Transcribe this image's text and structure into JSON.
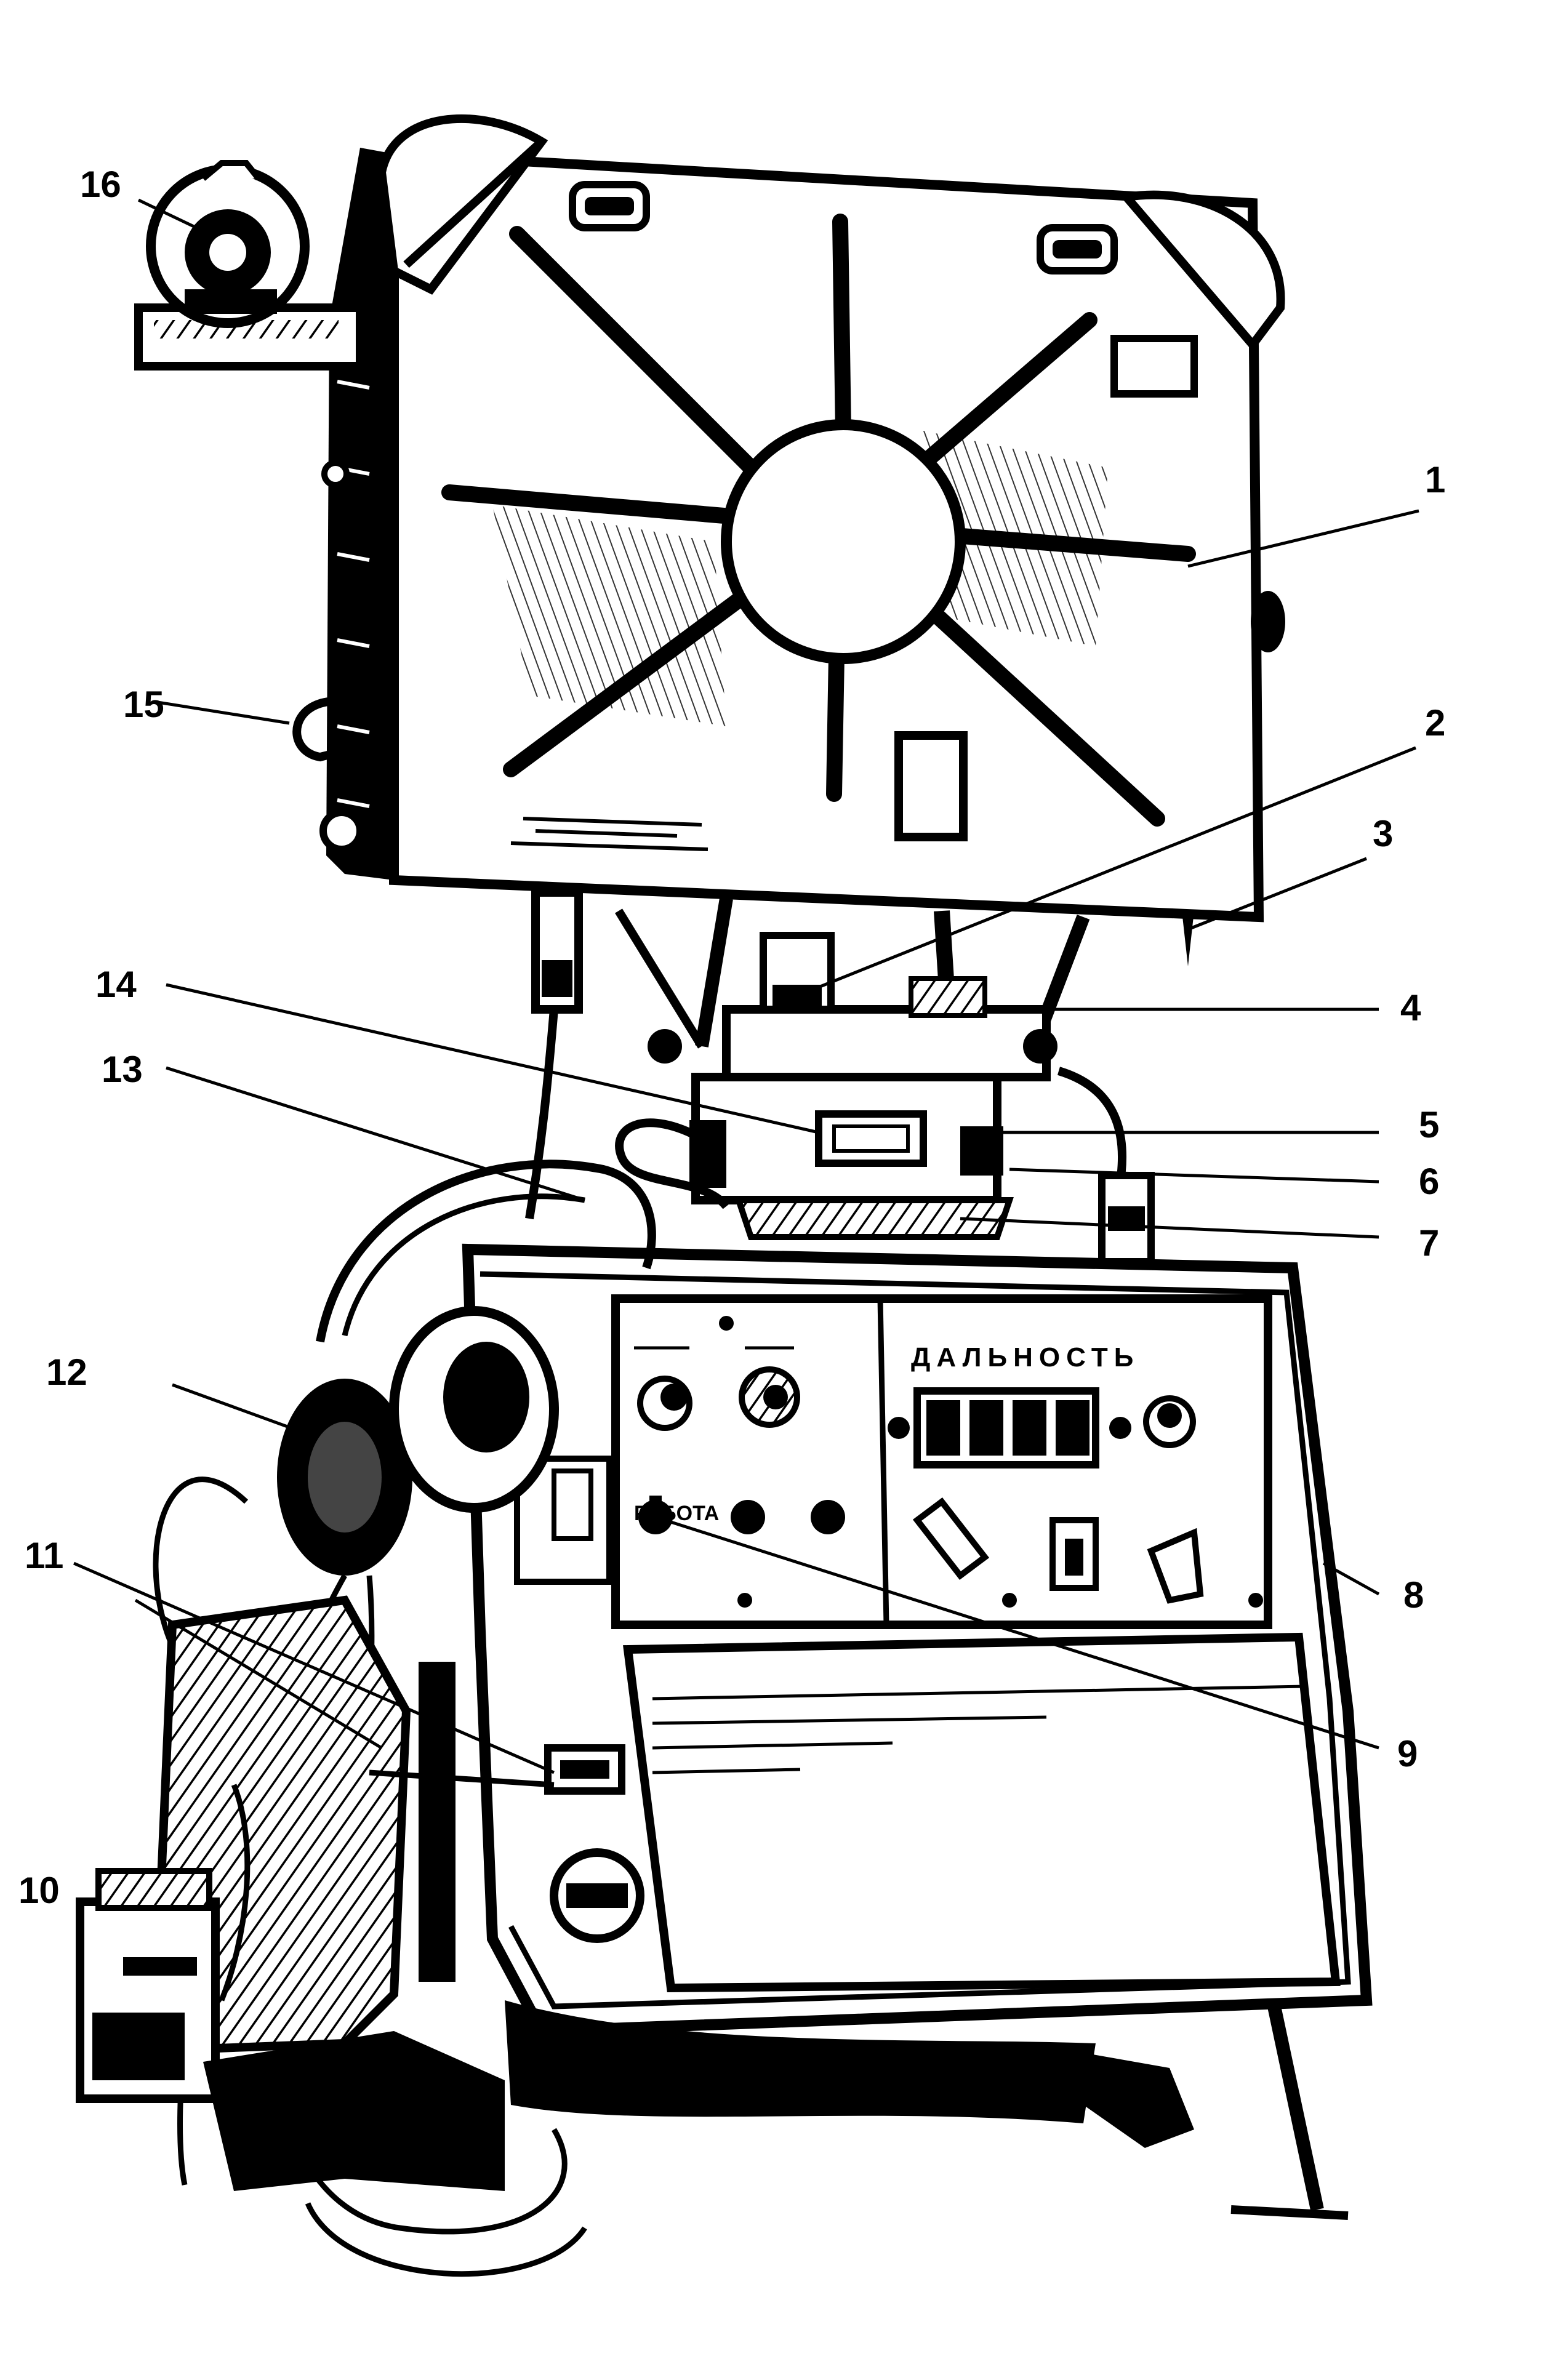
{
  "figure": {
    "callouts": [
      {
        "id": "1",
        "label": "1"
      },
      {
        "id": "2",
        "label": "2"
      },
      {
        "id": "3",
        "label": "3"
      },
      {
        "id": "4",
        "label": "4"
      },
      {
        "id": "5",
        "label": "5"
      },
      {
        "id": "6",
        "label": "6"
      },
      {
        "id": "7",
        "label": "7"
      },
      {
        "id": "8",
        "label": "8"
      },
      {
        "id": "9",
        "label": "9"
      },
      {
        "id": "10",
        "label": "10"
      },
      {
        "id": "11",
        "label": "11"
      },
      {
        "id": "12",
        "label": "12"
      },
      {
        "id": "13",
        "label": "13"
      },
      {
        "id": "14",
        "label": "14"
      },
      {
        "id": "15",
        "label": "15"
      },
      {
        "id": "16",
        "label": "16"
      }
    ],
    "panel": {
      "range_label": "ДАЛЬНОСТЬ",
      "mode_label": "РАБОТА"
    }
  }
}
